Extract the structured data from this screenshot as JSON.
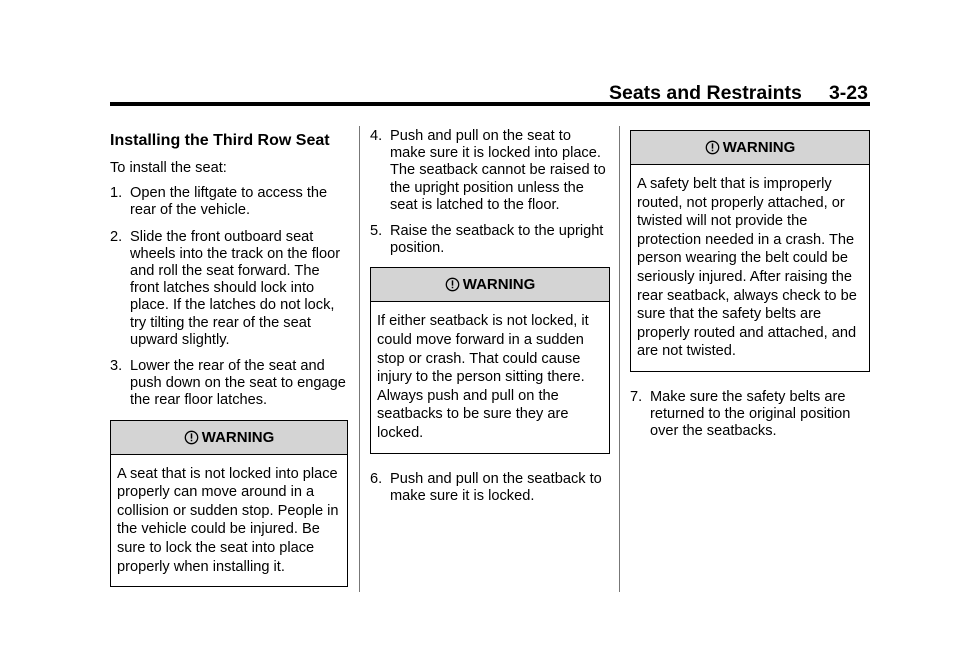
{
  "header": {
    "title": "Seats and Restraints     3-23"
  },
  "col1": {
    "heading": "Installing the Third Row Seat",
    "intro": "To install the seat:",
    "steps": [
      {
        "num": "1.",
        "text": "Open the liftgate to access the rear of the vehicle."
      },
      {
        "num": "2.",
        "text": "Slide the front outboard seat wheels into the track on the floor and roll the seat forward. The front latches should lock into place. If the latches do not lock, try tilting the rear of the seat upward slightly."
      },
      {
        "num": "3.",
        "text": "Lower the rear of the seat and push down on the seat to engage the rear floor latches."
      }
    ],
    "warning": {
      "label": "WARNING",
      "text": "A seat that is not locked into place properly can move around in a collision or sudden stop. People in the vehicle could be injured. Be sure to lock the seat into place properly when installing it."
    }
  },
  "col2": {
    "steps_a": [
      {
        "num": "4.",
        "text": "Push and pull on the seat to make sure it is locked into place. The seatback cannot be raised to the upright position unless the seat is latched to the floor."
      },
      {
        "num": "5.",
        "text": "Raise the seatback to the upright position."
      }
    ],
    "warning": {
      "label": "WARNING",
      "text": "If either seatback is not locked, it could move forward in a sudden stop or crash. That could cause injury to the person sitting there. Always push and pull on the seatbacks to be sure they are locked."
    },
    "steps_b": [
      {
        "num": "6.",
        "text": "Push and pull on the seatback to make sure it is locked."
      }
    ]
  },
  "col3": {
    "warning": {
      "label": "WARNING",
      "text": "A safety belt that is improperly routed, not properly attached, or twisted will not provide the protection needed in a crash. The person wearing the belt could be seriously injured. After raising the rear seatback, always check to be sure that the safety belts are properly routed and attached, and are not twisted."
    },
    "steps": [
      {
        "num": "7.",
        "text": "Make sure the safety belts are returned to the original position over the seatbacks."
      }
    ]
  }
}
